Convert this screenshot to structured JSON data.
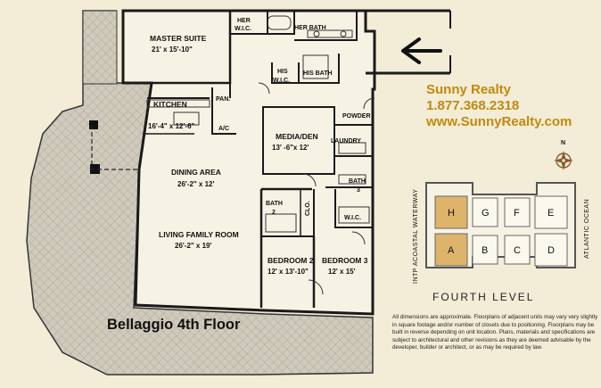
{
  "realty": {
    "name": "Sunny Realty",
    "phone": "1.877.368.2318",
    "website": "www.SunnyRealty.com"
  },
  "plan_title": "Bellaggio 4th Floor",
  "rooms": {
    "master_suite": {
      "name": "MASTER SUITE",
      "dims": "21' x 15'-10\""
    },
    "her_wic": {
      "line1": "HER",
      "line2": "W.I.C."
    },
    "her_bath": "HER BATH",
    "his_wic": {
      "line1": "HIS",
      "line2": "W.I.C."
    },
    "his_bath": "HIS BATH",
    "pantry": "PAN.",
    "kitchen": {
      "name": "KITCHEN",
      "dims": "16'-4\" x 12'-6\""
    },
    "ac": "A/C",
    "media_den": {
      "name": "MEDIA/DEN",
      "dims": "13' -6\"x 12'"
    },
    "powder": "POWDER",
    "laundry": "LAUNDRY",
    "dining": {
      "name": "DINING AREA",
      "dims": "26'-2\" x 12'"
    },
    "bath3": {
      "line1": "BATH",
      "line2": "3"
    },
    "bath2": {
      "line1": "BATH",
      "line2": "2"
    },
    "closet": "CLO.",
    "wic3": "W.I.C.",
    "living": {
      "name": "LIVING FAMILY ROOM",
      "dims": "26'-2\" x 19'"
    },
    "bedroom2": {
      "name": "BEDROOM 2",
      "dims": "12' x 13'-10\""
    },
    "bedroom3": {
      "name": "BEDROOM 3",
      "dims": "12' x 15'"
    }
  },
  "key_plan": {
    "units_top": [
      "H",
      "G",
      "F",
      "E"
    ],
    "units_bottom": [
      "A",
      "B",
      "C",
      "D"
    ],
    "highlight": [
      "H",
      "A"
    ],
    "highlight_color": "#ddb46a",
    "west_label": "INTP ACOASTAL WATERWAY",
    "east_label": "ATLANTIC OCEAN",
    "level_label": "FOURTH LEVEL",
    "compass": "N"
  },
  "disclaimer": "All dimensions are approximate.  Floorplans of  adjacent units may vary very slightly in square footage and/or number of closets due to positioning.  Floorplans may be built in reverse depending on unit location.  Plans, materials and specifications are subject to architectural and other revisions as they are deemed advisable by the developer, builder or architect, or as may be required by law.",
  "colors": {
    "background": "#f3ecd6",
    "wall": "#222222",
    "terrace": "#c9c4b3",
    "brand": "#c08a10"
  },
  "icons": {
    "entry": "entry-arrow-icon",
    "compass": "compass-rose-icon"
  }
}
